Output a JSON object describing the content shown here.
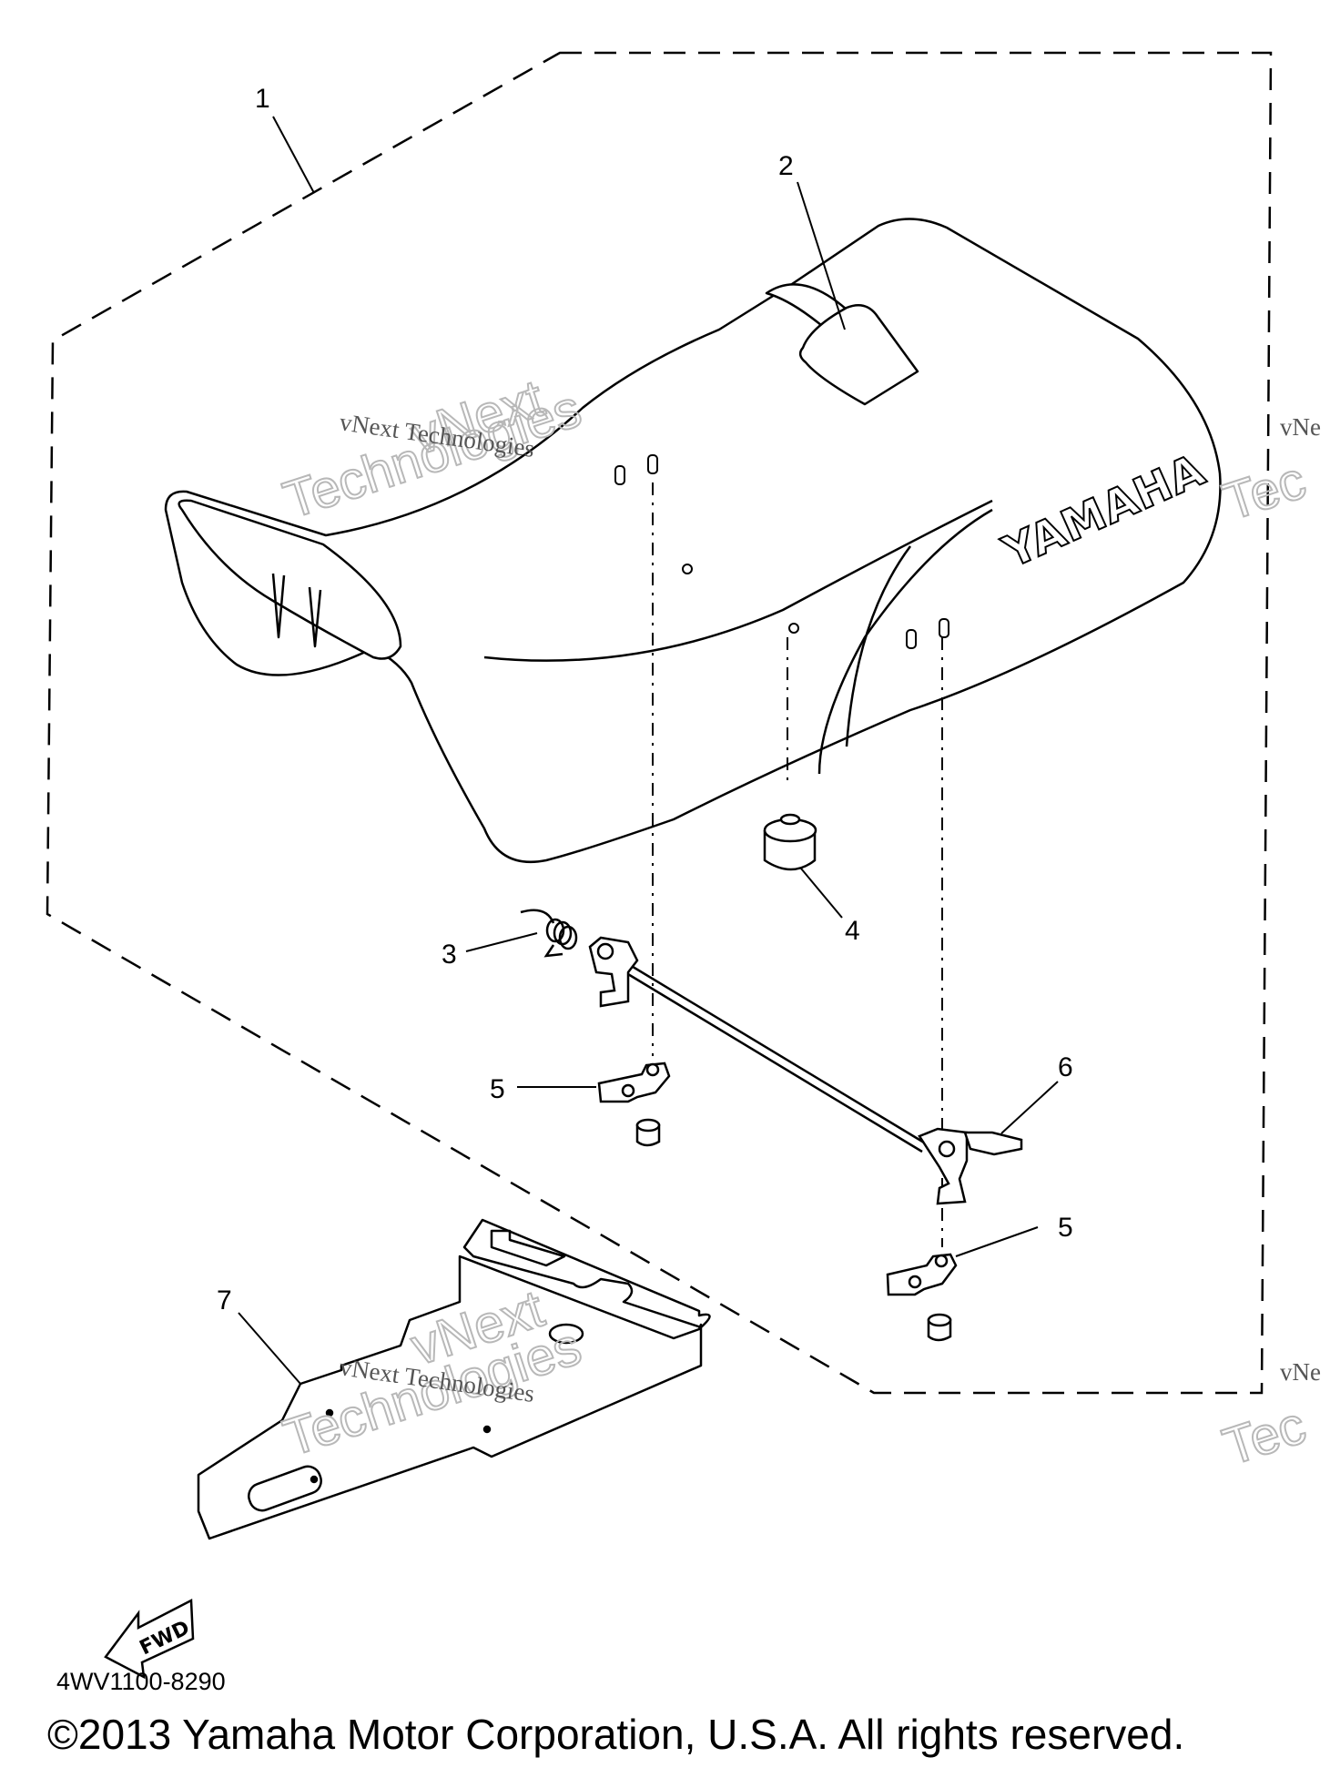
{
  "diagram": {
    "callouts": [
      "1",
      "2",
      "3",
      "4",
      "5",
      "5",
      "6",
      "7"
    ],
    "brand_logo": "YAMAHA",
    "watermark": {
      "line_text": "vNext Technologies",
      "line_text_clipped": "vNe",
      "big_line_1": "vNext",
      "big_line_2": "Technologies",
      "big_line_2_clipped": "Tec"
    },
    "fwd_label": "FWD",
    "part_code": "4WV1100-8290",
    "copyright": "©2013 Yamaha Motor Corporation, U.S.A. All rights reserved."
  }
}
